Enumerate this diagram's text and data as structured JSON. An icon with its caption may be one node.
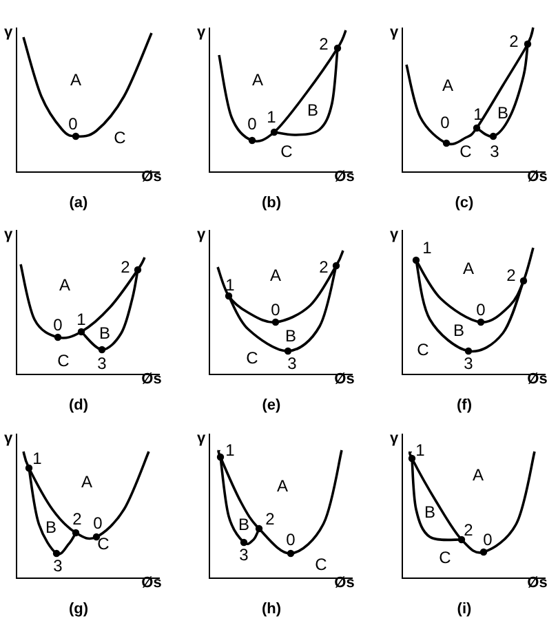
{
  "diagram": {
    "labels": [
      "γ",
      "A",
      "0",
      "C",
      "Øs",
      "(a)",
      "γ",
      "2",
      "A",
      "B",
      "1",
      "0",
      "C",
      "Øs",
      "(b)",
      "γ",
      "2",
      "A",
      "B",
      "1",
      "0",
      "C",
      "3",
      "Øs",
      "(c)",
      "γ",
      "2",
      "A",
      "1",
      "0",
      "B",
      "C",
      "3",
      "Øs",
      "(d)",
      "γ",
      "A",
      "2",
      "1",
      "0",
      "B",
      "C",
      "3",
      "Øs",
      "(e)",
      "γ",
      "1",
      "A",
      "2",
      "0",
      "B",
      "C",
      "3",
      "Øs",
      "(f)",
      "γ",
      "1",
      "A",
      "2",
      "0",
      "B",
      "C",
      "3",
      "Øs",
      "(g)",
      "γ",
      "1",
      "A",
      "2",
      "B",
      "0",
      "3",
      "C",
      "Øs",
      "(h)",
      "γ",
      "1",
      "A",
      "B",
      "2",
      "0",
      "C",
      "Øs",
      "(i)"
    ]
  }
}
